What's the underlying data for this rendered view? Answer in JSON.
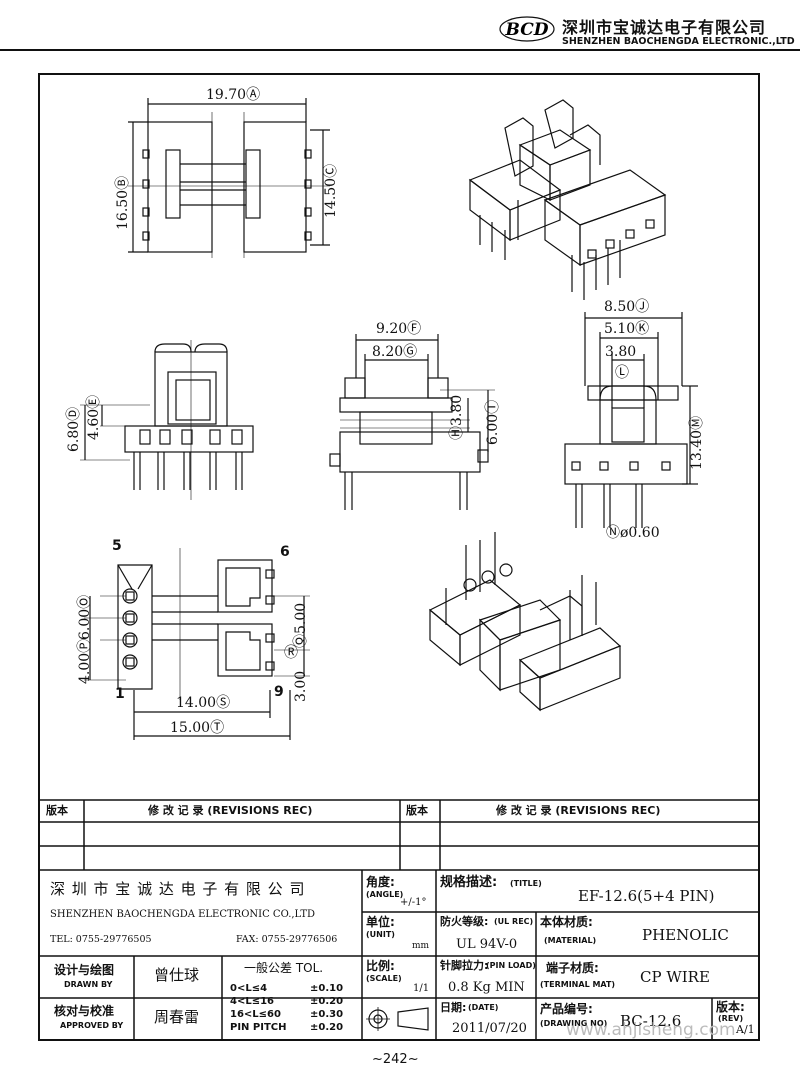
{
  "header": {
    "logo_text": "BCD",
    "company_cn": "深圳市宝诚达电子有限公司",
    "company_en": "SHENZHEN BAOCHENGDA ELECTRONIC.,LTD"
  },
  "dimensions": {
    "top_width": "19.70Ⓐ",
    "top_height_left": "16.50Ⓑ",
    "top_height_right": "14.50Ⓒ",
    "front_d": "6.80Ⓓ",
    "front_e": "4.60Ⓔ",
    "side_f": "9.20Ⓕ",
    "side_g": "8.20Ⓖ",
    "side_h": "Ⓗ3.80",
    "side_i": "6.00Ⓘ",
    "right_j": "8.50Ⓙ",
    "right_k": "5.10Ⓚ",
    "right_l": "3.80",
    "right_l_mark": "Ⓛ",
    "right_m": "13.40Ⓜ",
    "pin_dia": "Ⓝø0.60",
    "bottom_o": "6.00Ⓞ",
    "bottom_p": "4.00Ⓟ",
    "bottom_q": "Ⓠ5.00",
    "bottom_r": "Ⓡ",
    "bottom_3": "3.00",
    "bottom_s": "14.00Ⓢ",
    "bottom_t": "15.00Ⓣ",
    "pin_5": "5",
    "pin_6": "6",
    "pin_1": "1",
    "pin_9": "9"
  },
  "revisions": {
    "col1_label": "版本",
    "col1_title": "修 改 记 录  (REVISIONS REC)",
    "col2_label": "版本",
    "col2_title": "修 改 记 录  (REVISIONS REC)"
  },
  "title_block": {
    "company_cn": "深 圳 市 宝 诚 达 电 子 有 限 公 司",
    "company_en": "SHENZHEN BAOCHENGDA ELECTRONIC CO.,LTD",
    "tel": "TEL: 0755-29776505",
    "fax": "FAX: 0755-29776506",
    "angle_cn": "角度:",
    "angle_en": "(ANGLE)",
    "angle_val": "+/-1°",
    "unit_cn": "单位:",
    "unit_en": "(UNIT)",
    "unit_val": "mm",
    "scale_cn": "比例:",
    "scale_en": "(SCALE)",
    "scale_val": "1/1",
    "title_cn": "规格描述:",
    "title_en": "(TITLE)",
    "title_val": "EF-12.6(5+4 PIN)",
    "ul_cn": "防火等级:",
    "ul_en": "(UL REC)",
    "ul_val": "UL 94V-0",
    "material_cn": "本体材质:",
    "material_en": "(MATERIAL)",
    "material_val": "PHENOLIC",
    "pinload_cn": "针脚拉力:",
    "pinload_en": "(PIN LOAD)",
    "pinload_val": "0.8 Kg MIN",
    "terminal_cn": "端子材质:",
    "terminal_en": "(TERMINAL MAT)",
    "terminal_val": "CP WIRE",
    "date_cn": "日期:",
    "date_en": "(DATE)",
    "date_val": "2011/07/20",
    "drawingno_cn": "产品编号:",
    "drawingno_en": "(DRAWING NO)",
    "drawingno_val": "BC-12.6",
    "rev_cn": "版本:",
    "rev_en": "(REV)",
    "rev_val": "A/1",
    "drawn_cn": "设计与绘图",
    "drawn_en": "DRAWN BY",
    "drawn_val": "曾仕球",
    "approved_cn": "核对与校准",
    "approved_en": "APPROVED BY",
    "approved_val": "周春雷",
    "tol_title": "一般公差 TOL.",
    "tol_rows": [
      {
        "range": "0<L≤4",
        "value": "±0.10"
      },
      {
        "range": "4<L≤16",
        "value": "±0.20"
      },
      {
        "range": "16<L≤60",
        "value": "±0.30"
      },
      {
        "range": "PIN PITCH",
        "value": "±0.20"
      }
    ]
  },
  "watermark": "www.ahjisheng.com",
  "page_number": "~242~"
}
